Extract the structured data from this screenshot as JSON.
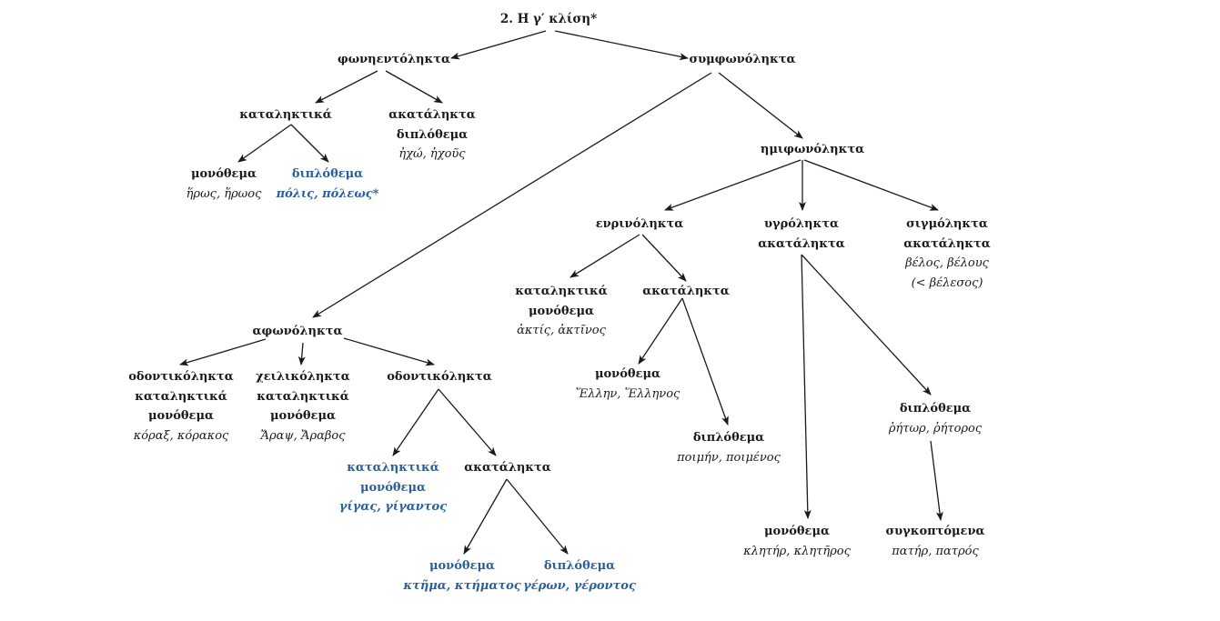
{
  "title": "2. Η γ′ κλίση*",
  "nodes": {
    "fonientolikta": {
      "label": "φωνηεντόληκτα"
    },
    "symfonolikta": {
      "label": "συμφωνόληκτα"
    },
    "kataliktika_1": {
      "label": "καταληκτικά"
    },
    "akatalikta_1": {
      "lines": [
        "ακατάληκτα",
        "διπλόθεμα"
      ],
      "example": "ἠχώ, ἠχοῦς"
    },
    "monothema_1": {
      "label": "μονόθεμα",
      "example": "ἥρως, ἥρωος"
    },
    "diplothema_1": {
      "label": "διπλόθεμα",
      "example": "πόλις, πόλεως*"
    },
    "imifonolikta": {
      "label": "ημιφωνόληκτα"
    },
    "enrinolikta": {
      "label": "ενρινόληκτα"
    },
    "ygrolikta": {
      "lines": [
        "υγρόληκτα",
        "ακατάληκτα"
      ]
    },
    "sigmolikta": {
      "lines": [
        "σιγμόληκτα",
        "ακατάληκτα"
      ],
      "examples": [
        "βέλος, βέλους",
        "(< βέλεσος)"
      ]
    },
    "enrin_kataliktika": {
      "lines": [
        "καταληκτικά",
        "μονόθεμα"
      ],
      "example": "ἀκτίς, ἀκτῖνος"
    },
    "enrin_akatalikta": {
      "label": "ακατάληκτα"
    },
    "enrin_monothema": {
      "label": "μονόθεμα",
      "example": "Ἕλλην, Ἕλληνος"
    },
    "enrin_diplothema": {
      "label": "διπλόθεμα",
      "example": "ποιμήν, ποιμένος"
    },
    "ygro_diplothema": {
      "label": "διπλόθεμα",
      "example": "ῥήτωρ, ῥήτορος"
    },
    "ygro_monothema": {
      "label": "μονόθεμα",
      "example": "κλητήρ, κλητῆρος"
    },
    "synkoptomena": {
      "label": "συγκοπτόμενα",
      "example": "πατήρ, πατρός"
    },
    "afonolikta": {
      "label": "αφωνόληκτα"
    },
    "odontikolikta_1": {
      "lines": [
        "οδοντικόληκτα",
        "καταληκτικά",
        "μονόθεμα"
      ],
      "example": "κόραξ, κόρακος"
    },
    "xeilikolikta": {
      "lines": [
        "χειλικόληκτα",
        "καταληκτικά",
        "μονόθεμα"
      ],
      "example": "Ἄραψ, Ἄραβος"
    },
    "odontikolikta_2": {
      "label": "οδοντικόληκτα"
    },
    "odont_kataliktika": {
      "lines": [
        "καταληκτικά",
        "μονόθεμα"
      ],
      "example": "γίγας, γίγαντος"
    },
    "odont_akatalikta": {
      "label": "ακατάληκτα"
    },
    "odont_monothema": {
      "label": "μονόθεμα",
      "example": "κτῆμα, κτήματος"
    },
    "odont_diplothema": {
      "label": "διπλόθεμα",
      "example": "γέρων, γέροντος"
    }
  },
  "colors": {
    "text": "#1a1a1a",
    "highlight": "#2a5f9e",
    "arrow": "#1a1a1a"
  }
}
